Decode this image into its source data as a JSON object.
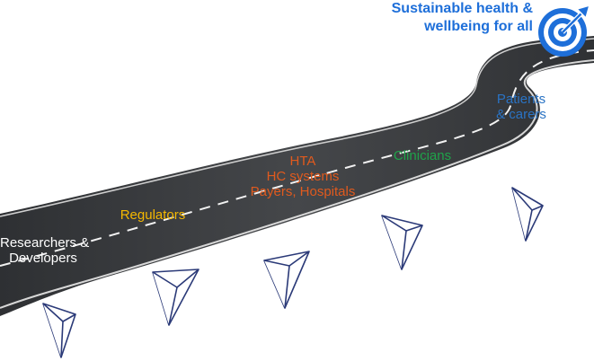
{
  "title": {
    "line1": "Sustainable health &",
    "line2": "wellbeing for all"
  },
  "stakeholders": [
    {
      "lines": [
        "Researchers &",
        "Developers"
      ],
      "color": "#ffffff"
    },
    {
      "lines": [
        "Regulators"
      ],
      "color": "#f5b800"
    },
    {
      "lines": [
        "HTA",
        "HC systems",
        "Payers, Hospitals"
      ],
      "color": "#e05a1e"
    },
    {
      "lines": [
        "Clinicians"
      ],
      "color": "#1fa34a"
    },
    {
      "lines": [
        "Patients",
        "& carers"
      ],
      "color": "#2a73c4"
    }
  ],
  "colors": {
    "title": "#1e6fd9",
    "target_icon": "#1e6fd9",
    "road": "#3f4144",
    "markers": "#2b3a78"
  },
  "icons": {
    "target": "target-with-arrow-icon",
    "marker": "triangular-pyramid-marker-icon"
  }
}
